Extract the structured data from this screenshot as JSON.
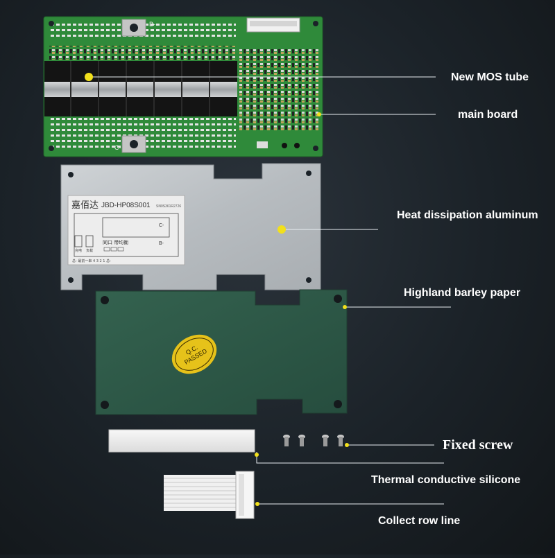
{
  "labels": {
    "mos_tube": "New MOS tube",
    "main_board": "main board",
    "heat_aluminum": "Heat dissipation aluminum",
    "barley_paper": "Highland barley paper",
    "fixed_screw": "Fixed screw",
    "thermal_silicone": "Thermal conductive silicone",
    "collect_row_line": "Collect row line"
  },
  "plate_label": {
    "brand": "嘉佰达",
    "model": "JBD-HP08S001",
    "serial": "SN0S361R2726",
    "c_minus": "C-",
    "b_minus": "B-",
    "port_text": "同口  带均衡",
    "charge": "充电",
    "load": "负载",
    "pins": "总-  最前一串  4  3  2  1  总-"
  },
  "sticker": {
    "line1": "Q.C.",
    "line2": "PASSED"
  },
  "board_marks": {
    "b_minus": "B-",
    "c_minus": "C-"
  },
  "colors": {
    "background": "#1b2228",
    "pcb_green": "#2f8a3a",
    "aluminum": "#c9cdd1",
    "paper_green": "#2c5a47",
    "sticker_gold": "#e6c21a",
    "callout_dot": "#f2e01c",
    "callout_line": "#e9eef2"
  }
}
